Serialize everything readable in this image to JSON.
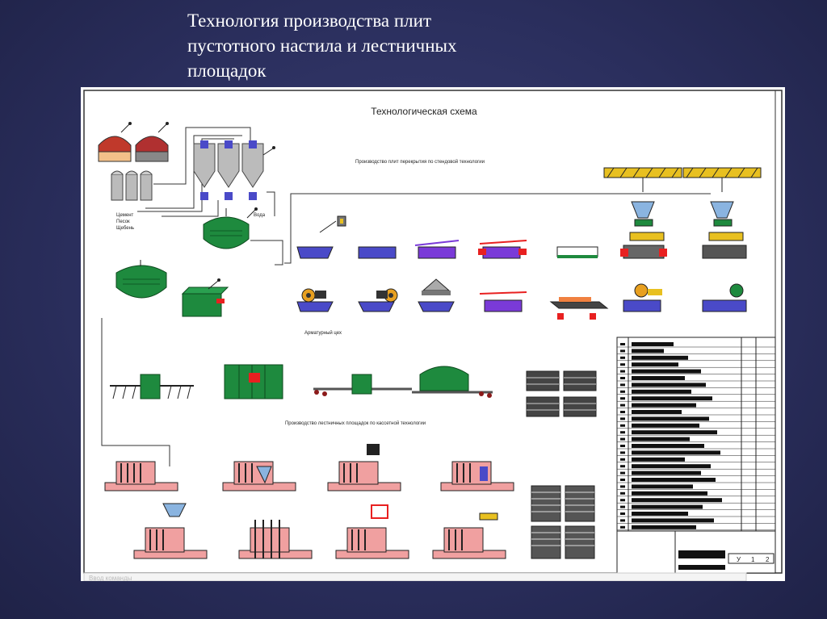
{
  "slide": {
    "title_lines": [
      "Технология производства плит",
      "пустотного настила и лестничных",
      "площадок"
    ]
  },
  "drawing": {
    "title": "Технологическая схема",
    "section_slabs": "Производство плит перекрытия по стендовой технологии",
    "section_rebar": "Арматурный цех",
    "section_stairs": "Производство лестничных площадок по кассетной технологии",
    "materials": [
      "Цемент",
      "Песок",
      "Щебень"
    ],
    "water_label": "Вода",
    "stamp_cells": [
      "У",
      "1",
      "2"
    ],
    "command_line_text": "Ввод команды"
  },
  "colors": {
    "background": "#2b2f5e",
    "sheet": "#ffffff",
    "equipment_green": "#1e8a3e",
    "form_blue": "#4a4ac8",
    "form_purple": "#7a3ad8",
    "heat_red": "#e82020",
    "silo_red": "#c0392b",
    "crane_yellow": "#e8c020",
    "cassette_pink": "#f0a0a0"
  }
}
